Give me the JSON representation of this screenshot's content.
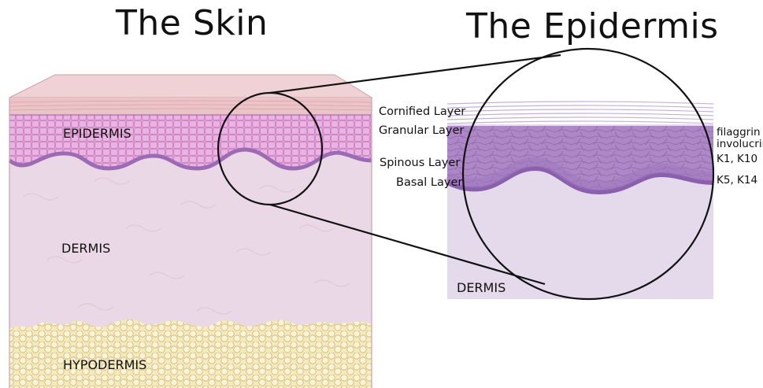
{
  "titles": {
    "left": "The Skin",
    "right": "The Epidermis"
  },
  "skin_labels": {
    "epidermis": "EPIDERMIS",
    "dermis": "DERMIS",
    "hypodermis": "HYPODERMIS"
  },
  "epidermis_layers": {
    "cornified": "Cornified Layer",
    "granular": "Granular Layer",
    "spinous": "Spinous Layer",
    "basal": "Basal Layer",
    "dermis": "DERMIS"
  },
  "markers": {
    "filaggrin": "filaggrin",
    "involucrin": "involucrin",
    "k1_k10": "K1, K10",
    "k5_k14": "K5, K14"
  },
  "colors": {
    "stratum_corneum": "#ecc4c8",
    "epidermis": "#e6a8dc",
    "dermis": "#ead8e6",
    "hypodermis": "#f6eaba",
    "zoom_dermis": "#e4daec",
    "zoom_epidermis": "#b592cc",
    "zoom_basal": "#8a5fae",
    "outline": "#111111"
  }
}
